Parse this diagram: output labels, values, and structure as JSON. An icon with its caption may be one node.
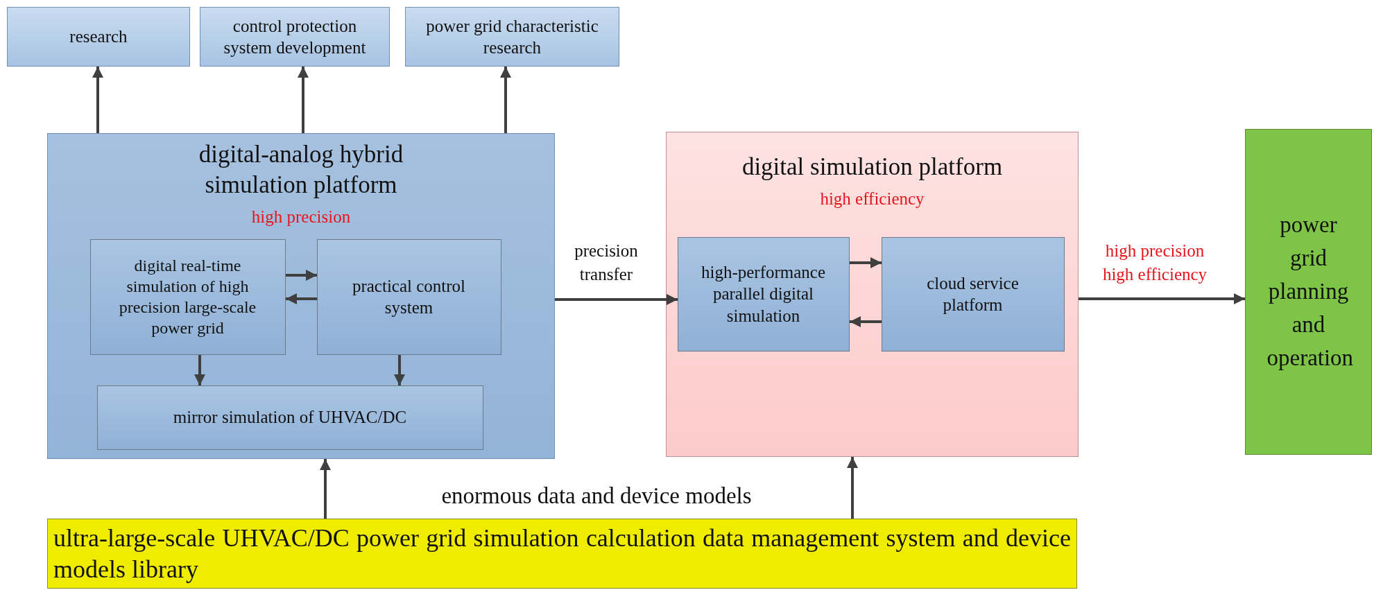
{
  "diagram": {
    "nodes": [
      {
        "text": [
          "research"
        ]
      },
      {
        "text": [
          "control protection system development"
        ]
      },
      {
        "text": [
          "power grid characteristic research"
        ]
      },
      {
        "text": [
          "digital-analog hybrid simulation platform",
          "high precision"
        ]
      },
      {
        "text": [
          "digital real-time simulation of high precision large-scale power grid"
        ],
        "in": 3
      },
      {
        "text": [
          "practical control system"
        ],
        "in": 3
      },
      {
        "text": [
          "mirror simulation of UHVAC/DC"
        ],
        "in": 3
      },
      {
        "text": [
          "digital simulation platform",
          "high efficiency"
        ]
      },
      {
        "text": [
          "high-performance parallel digital simulation"
        ],
        "in": 7
      },
      {
        "text": [
          "cloud service platform"
        ],
        "in": 7
      },
      {
        "text": [
          "power grid planning and operation"
        ]
      },
      {
        "text": [
          "ultra-large-scale UHVAC/DC power grid simulation calculation data management system and device models library"
        ]
      }
    ],
    "edges": [
      {
        "from": 3,
        "to": 0,
        "arrow": "to"
      },
      {
        "from": 3,
        "to": 1,
        "arrow": "to"
      },
      {
        "from": 3,
        "to": 2,
        "arrow": "to"
      },
      {
        "from": 4,
        "to": 5,
        "arrow": "to"
      },
      {
        "from": 5,
        "to": 4,
        "arrow": "to"
      },
      {
        "from": 4,
        "to": 6,
        "arrow": "to"
      },
      {
        "from": 5,
        "to": 6,
        "arrow": "to"
      },
      {
        "from": 3,
        "to": 8,
        "arrow": "to",
        "label": "precision transfer"
      },
      {
        "from": 8,
        "to": 9,
        "arrow": "to"
      },
      {
        "from": 9,
        "to": 8,
        "arrow": "to"
      },
      {
        "from": 7,
        "to": 10,
        "arrow": "to",
        "label": "high precision high efficiency"
      },
      {
        "from": 11,
        "to": 3,
        "arrow": "to"
      },
      {
        "from": 11,
        "to": 7,
        "arrow": "to"
      }
    ],
    "labels": [
      "enormous data and device models"
    ]
  }
}
